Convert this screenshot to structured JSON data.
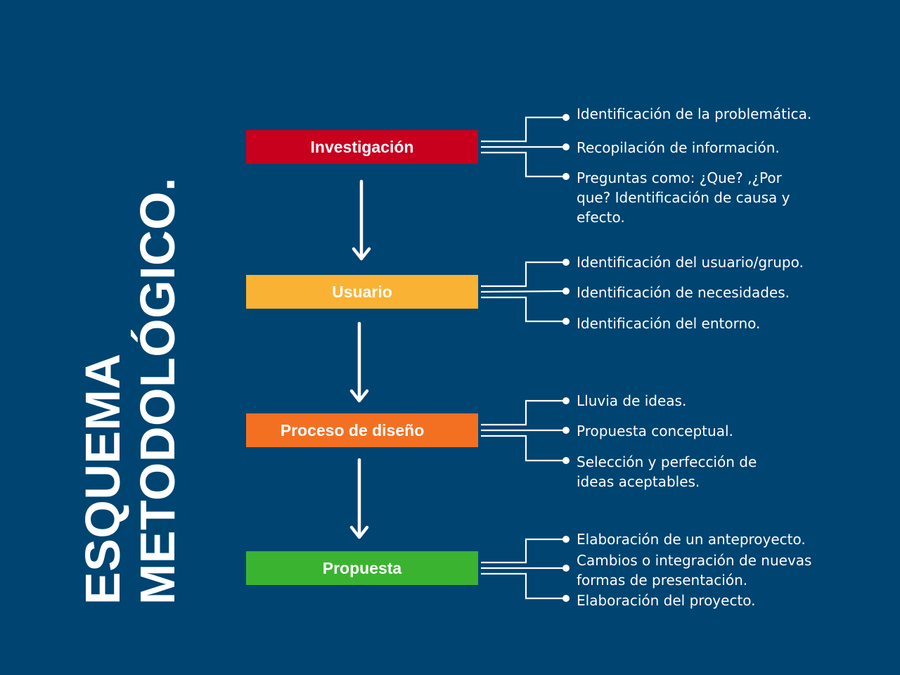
{
  "title": {
    "line1": "ESQUEMA",
    "line2": "METODOLÓGICO."
  },
  "colors": {
    "background": "#004471",
    "investigacion": "#c8001e",
    "usuario": "#f9b233",
    "proceso": "#f37022",
    "propuesta": "#3ab430",
    "line": "#ffffff"
  },
  "stages": [
    {
      "label": "Investigación",
      "items": [
        [
          "Identificación de la problemática."
        ],
        [
          "Recopilación de información."
        ],
        [
          "Preguntas como: ¿Que? ,¿Por",
          "que? Identificación de causa y",
          "efecto."
        ]
      ]
    },
    {
      "label": "Usuario",
      "items": [
        [
          "Identificación del usuario/grupo."
        ],
        [
          "Identificación de necesidades."
        ],
        [
          "Identificación del entorno."
        ]
      ]
    },
    {
      "label": "Proceso de diseño",
      "items": [
        [
          "Lluvia de ideas."
        ],
        [
          "Propuesta conceptual."
        ],
        [
          "Selección y perfección de",
          "ideas aceptables."
        ]
      ]
    },
    {
      "label": "Propuesta",
      "items": [
        [
          "Elaboración de un anteproyecto."
        ],
        [
          "Cambios o integración de nuevas",
          "formas de presentación."
        ],
        [
          "Elaboración del proyecto."
        ]
      ]
    }
  ]
}
